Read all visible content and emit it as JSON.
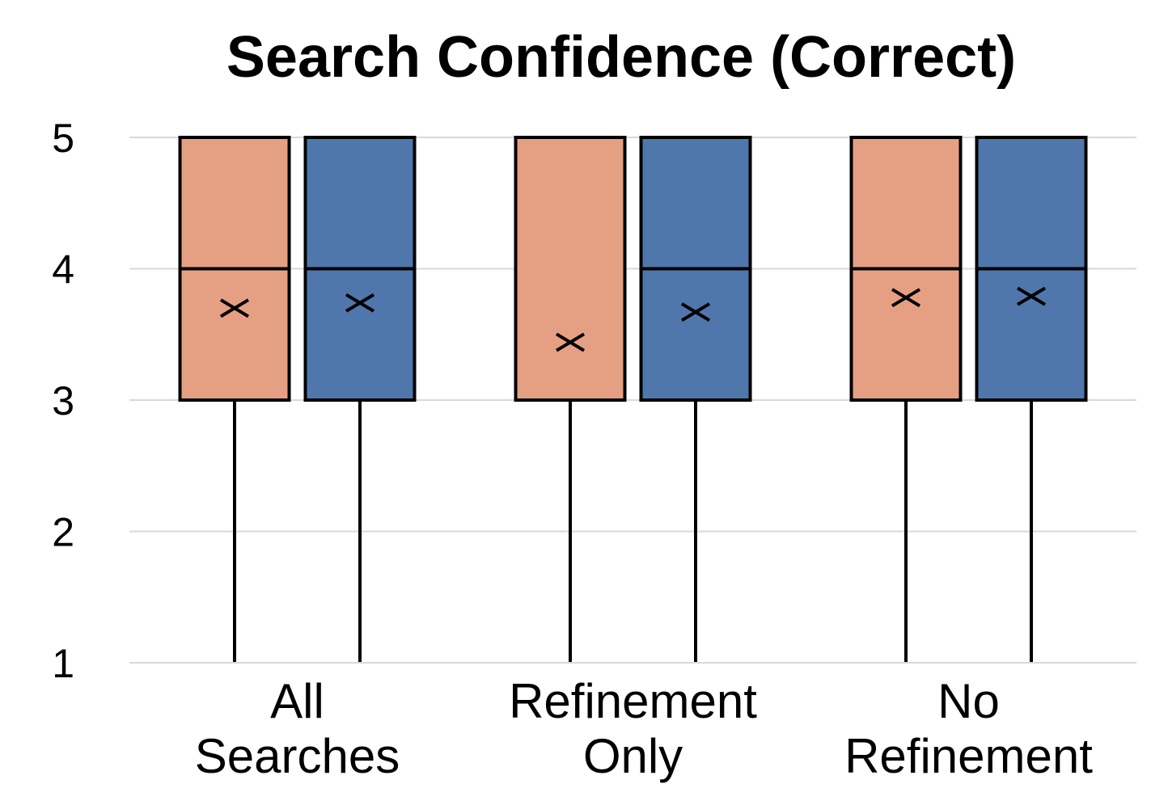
{
  "chart_data": {
    "type": "box",
    "title": "Search Confidence (Correct)",
    "xlabel": "",
    "ylabel": "",
    "ylim": [
      1,
      5
    ],
    "yticks": [
      1,
      2,
      3,
      4,
      5
    ],
    "grid": true,
    "legend": "none",
    "categories": [
      [
        "All",
        "Searches"
      ],
      [
        "Refinement",
        "Only"
      ],
      [
        "No",
        "Refinement"
      ]
    ],
    "series": [
      {
        "color": "#E5A084",
        "boxes": [
          {
            "min": 1,
            "q1": 3,
            "median": 4,
            "q3": 5,
            "max": 5,
            "mean": 3.7
          },
          {
            "min": 1,
            "q1": 3,
            "median": 5,
            "q3": 5,
            "max": 5,
            "mean": 3.44
          },
          {
            "min": 1,
            "q1": 3,
            "median": 4,
            "q3": 5,
            "max": 5,
            "mean": 3.78
          }
        ]
      },
      {
        "color": "#5077AB",
        "boxes": [
          {
            "min": 1,
            "q1": 3,
            "median": 4,
            "q3": 5,
            "max": 5,
            "mean": 3.74
          },
          {
            "min": 1,
            "q1": 3,
            "median": 4,
            "q3": 5,
            "max": 5,
            "mean": 3.67
          },
          {
            "min": 1,
            "q1": 3,
            "median": 4,
            "q3": 5,
            "max": 5,
            "mean": 3.79
          }
        ]
      }
    ]
  }
}
